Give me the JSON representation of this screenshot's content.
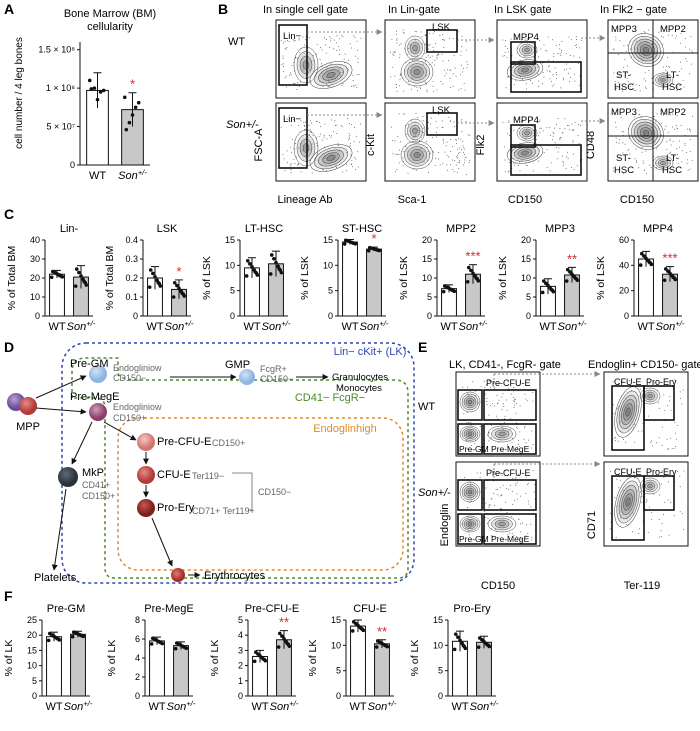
{
  "panel_letters": {
    "a": "A",
    "b": "B",
    "c": "C",
    "d": "D",
    "e": "E",
    "f": "F"
  },
  "colors": {
    "wt_bar": "#ffffff",
    "son_bar": "#c8c8c8",
    "star": "#d42a2a",
    "gate_green": "#4f8a2a",
    "gate_orange": "#e08a2e",
    "gate_blue": "#2f46b0",
    "ax": "#111111"
  },
  "panelA": {
    "title1": "Bone Marrow (BM)",
    "title2": "cellularity",
    "ylabel": "cell number / 4 leg bones",
    "star": "*"
  },
  "panelB": {
    "headers": [
      "In single cell gate",
      "In Lin-gate",
      "In LSK gate",
      "In Flk2 − gate"
    ],
    "row_wt": "WT",
    "row_son": "Son+/-",
    "gate_lin": "Lin−",
    "gate_lsk": "LSK",
    "gate_mpp4": "MPP4",
    "q_mpp3": "MPP3",
    "q_mpp2": "MPP2",
    "q_st": "ST-",
    "q_st2": "HSC",
    "q_lt": "LT-",
    "q_lt2": "HSC",
    "x_axes": [
      "Lineage Ab",
      "Sca-1",
      "CD150",
      "CD150"
    ],
    "y_axes": [
      "FSC-A",
      "c-Kit",
      "Flk2",
      "CD48"
    ]
  },
  "panelE": {
    "header_left": "LK, CD41-, FcgR- gate",
    "header_right": "Endoglin+ CD150- gate",
    "row_wt": "WT",
    "row_son": "Son+/-",
    "g_precfue": "Pre-CFU-E",
    "g_pregm": "Pre-GM",
    "g_premege": "Pre-MegE",
    "g_cfue": "CFU-E",
    "g_proery": "Pro-Ery",
    "x_left": "CD150",
    "y_left": "Endoglin",
    "x_right": "Ter-119",
    "y_right": "CD71"
  },
  "panelD": {
    "lk": "Lin− cKit+ (LK)",
    "cd41": "CD41− FcgR−",
    "endo_high": "Endoglinhigh",
    "mpp": "MPP",
    "pregm": "Pre-GM",
    "pregm_m1": "Endogliniow",
    "pregm_m2": "CD150−",
    "gmp": "GMP",
    "gmp_m1": "FcgR+",
    "gmp_m2": "CD150−",
    "granulo1": "Granulocytes",
    "granulo2": "Monocytes",
    "premege": "Pre-MegE",
    "premege_m1": "Endogliniow",
    "premege_m2": "CD150+",
    "precfue": "Pre-CFU-E",
    "precfue_m": "CD150+",
    "cfue": "CFU-E",
    "cfue_m": "Ter119−",
    "proery": "Pro-Ery",
    "proery_m": "CD71+ Ter119+",
    "cd150neg": "CD150−",
    "mkp": "MkP",
    "mkp_m1": "CD41+",
    "mkp_m2": "CD150+",
    "platelets": "Platelets",
    "erythrocytes": "Erythrocytes"
  },
  "chart_data": [
    {
      "panel": "A",
      "type": "bar",
      "categories": [
        "WT",
        "Son+/-"
      ],
      "values": [
        97000000.0,
        72000000.0
      ],
      "errors": [
        23000000.0,
        22000000.0
      ],
      "ylim": [
        0,
        160000000.0
      ],
      "ytick_labels": [
        "0",
        "5 × 10⁷",
        "1 × 10⁸",
        "1.5 × 10⁸"
      ],
      "ytick_values": [
        0,
        50000000.0,
        100000000.0,
        150000000.0
      ],
      "points": [
        [
          110000000.0,
          97000000.0,
          95000000.0,
          85000000.0,
          100000000.0,
          99000000.0
        ],
        [
          88000000.0,
          81000000.0,
          75000000.0,
          65000000.0,
          55000000.0,
          46000000.0
        ]
      ],
      "stars": [
        "",
        "*"
      ]
    },
    {
      "panel": "C",
      "type": "bar",
      "title": "Lin-",
      "ylabel": "% of Total BM",
      "categories": [
        "WT",
        "Son+/-"
      ],
      "values": [
        22,
        20.5
      ],
      "errors": [
        2,
        6
      ],
      "ylim": [
        0,
        40
      ],
      "ticks": [
        0,
        10,
        20,
        30,
        40
      ],
      "stars": [
        "",
        ""
      ]
    },
    {
      "panel": "C",
      "type": "bar",
      "title": "LSK",
      "ylabel": "% of Total BM",
      "categories": [
        "WT",
        "Son+/-"
      ],
      "values": [
        0.2,
        0.14
      ],
      "errors": [
        0.06,
        0.05
      ],
      "ylim": [
        0,
        0.4
      ],
      "ticks": [
        0,
        0.1,
        0.2,
        0.3,
        0.4
      ],
      "stars": [
        "",
        "*"
      ]
    },
    {
      "panel": "C",
      "type": "bar",
      "title": "LT-HSC",
      "ylabel": "% of LSK",
      "categories": [
        "WT",
        "Son+/-"
      ],
      "values": [
        9.5,
        10.3
      ],
      "errors": [
        2,
        2.5
      ],
      "ylim": [
        0,
        15
      ],
      "ticks": [
        0,
        5,
        10,
        15
      ],
      "stars": [
        "",
        ""
      ]
    },
    {
      "panel": "C",
      "type": "bar",
      "title": "ST-HSC",
      "ylabel": "% of LSK",
      "categories": [
        "WT",
        "Son+/-"
      ],
      "values": [
        14.6,
        13.2
      ],
      "errors": [
        0.5,
        0.4
      ],
      "ylim": [
        0,
        15
      ],
      "ticks": [
        0,
        5,
        10,
        15
      ],
      "stars": [
        "",
        "*"
      ]
    },
    {
      "panel": "C",
      "type": "bar",
      "title": "MPP2",
      "ylabel": "% of LSK",
      "categories": [
        "WT",
        "Son+/-"
      ],
      "values": [
        7.2,
        11
      ],
      "errors": [
        1,
        2.5
      ],
      "ylim": [
        0,
        20
      ],
      "ticks": [
        0,
        5,
        10,
        15,
        20
      ],
      "stars": [
        "",
        "***"
      ]
    },
    {
      "panel": "C",
      "type": "bar",
      "title": "MPP3",
      "ylabel": "% of LSK",
      "categories": [
        "WT",
        "Son+/-"
      ],
      "values": [
        7.8,
        10.8
      ],
      "errors": [
        2,
        2
      ],
      "ylim": [
        0,
        20
      ],
      "ticks": [
        0,
        5,
        10,
        15,
        20
      ],
      "stars": [
        "",
        "**"
      ]
    },
    {
      "panel": "C",
      "type": "bar",
      "title": "MPP4",
      "ylabel": "% of LSK",
      "categories": [
        "WT",
        "Son+/-"
      ],
      "values": [
        45,
        33
      ],
      "errors": [
        6,
        6
      ],
      "ylim": [
        0,
        60
      ],
      "ticks": [
        0,
        20,
        40,
        60
      ],
      "stars": [
        "",
        "***"
      ]
    },
    {
      "panel": "F",
      "type": "bar",
      "title": "Pre-GM",
      "ylabel": "% of LK",
      "categories": [
        "WT",
        "Son+/-"
      ],
      "values": [
        19.5,
        20.3
      ],
      "errors": [
        1.5,
        1
      ],
      "ylim": [
        0,
        25
      ],
      "ticks": [
        0,
        5,
        10,
        15,
        20,
        25
      ],
      "stars": [
        "",
        ""
      ]
    },
    {
      "panel": "F",
      "type": "bar",
      "title": "Pre-MegE",
      "ylabel": "% of LK",
      "categories": [
        "WT",
        "Son+/-"
      ],
      "values": [
        5.8,
        5.3
      ],
      "errors": [
        0.4,
        0.4
      ],
      "ylim": [
        0,
        8
      ],
      "ticks": [
        0,
        2,
        4,
        6,
        8
      ],
      "stars": [
        "",
        ""
      ]
    },
    {
      "panel": "F",
      "type": "bar",
      "title": "Pre-CFU-E",
      "ylabel": "% of LK",
      "categories": [
        "WT",
        "Son+/-"
      ],
      "values": [
        2.6,
        3.7
      ],
      "errors": [
        0.4,
        0.6
      ],
      "ylim": [
        0,
        5
      ],
      "ticks": [
        0,
        1,
        2,
        3,
        4,
        5
      ],
      "stars": [
        "",
        "**"
      ]
    },
    {
      "panel": "F",
      "type": "bar",
      "title": "CFU-E",
      "ylabel": "% of LK",
      "categories": [
        "WT",
        "Son+/-"
      ],
      "values": [
        13.8,
        10.3
      ],
      "errors": [
        1.2,
        0.8
      ],
      "ylim": [
        0,
        15
      ],
      "ticks": [
        0,
        5,
        10,
        15
      ],
      "stars": [
        "",
        "**"
      ]
    },
    {
      "panel": "F",
      "type": "bar",
      "title": "Pro-Ery",
      "ylabel": "% of LK",
      "categories": [
        "WT",
        "Son+/-"
      ],
      "values": [
        10.8,
        10.6
      ],
      "errors": [
        2,
        1.2
      ],
      "ylim": [
        0,
        15
      ],
      "ticks": [
        0,
        5,
        10,
        15
      ],
      "stars": [
        "",
        ""
      ]
    }
  ]
}
